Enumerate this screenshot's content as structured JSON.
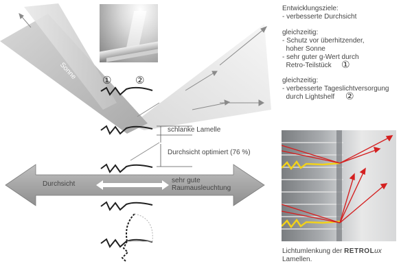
{
  "diagram": {
    "sun_label": "Sonne",
    "marker_1": "①",
    "marker_2": "②",
    "slim_slat_label": "schlanke Lamelle",
    "view_label": "Durchsicht optimiert (76 %)",
    "arrow_left_label": "Durchsicht",
    "arrow_right_line1": "sehr gute",
    "arrow_right_line2": "Raumausleuchtung"
  },
  "notes": {
    "goals_heading": "Entwicklungsziele:",
    "goal_1": "- verbesserte Durchsicht",
    "simul_1_heading": "gleichzeitig:",
    "simul_1_item_1": "- Schutz vor überhitzender,",
    "simul_1_item_1b": "  hoher Sonne",
    "simul_1_item_2": "- sehr guter g-Wert durch",
    "simul_1_item_2b": "  Retro-Teilstück",
    "simul_1_marker": "①",
    "simul_2_heading": "gleichzeitig:",
    "simul_2_item_1": "- verbesserte Tageslichtversorgung",
    "simul_2_item_1b": "  durch Lightshelf",
    "simul_2_marker": "②"
  },
  "caption": {
    "prefix": "Lichtumlenkung der ",
    "brand_bold": "RETROL",
    "brand_tail": "ux",
    "line2": "Lamellen."
  },
  "colors": {
    "beam_gray": "#bdbdbd",
    "arrow_gray": "#9c9c9c",
    "red": "#d42020",
    "yellow": "#f2d21a"
  }
}
